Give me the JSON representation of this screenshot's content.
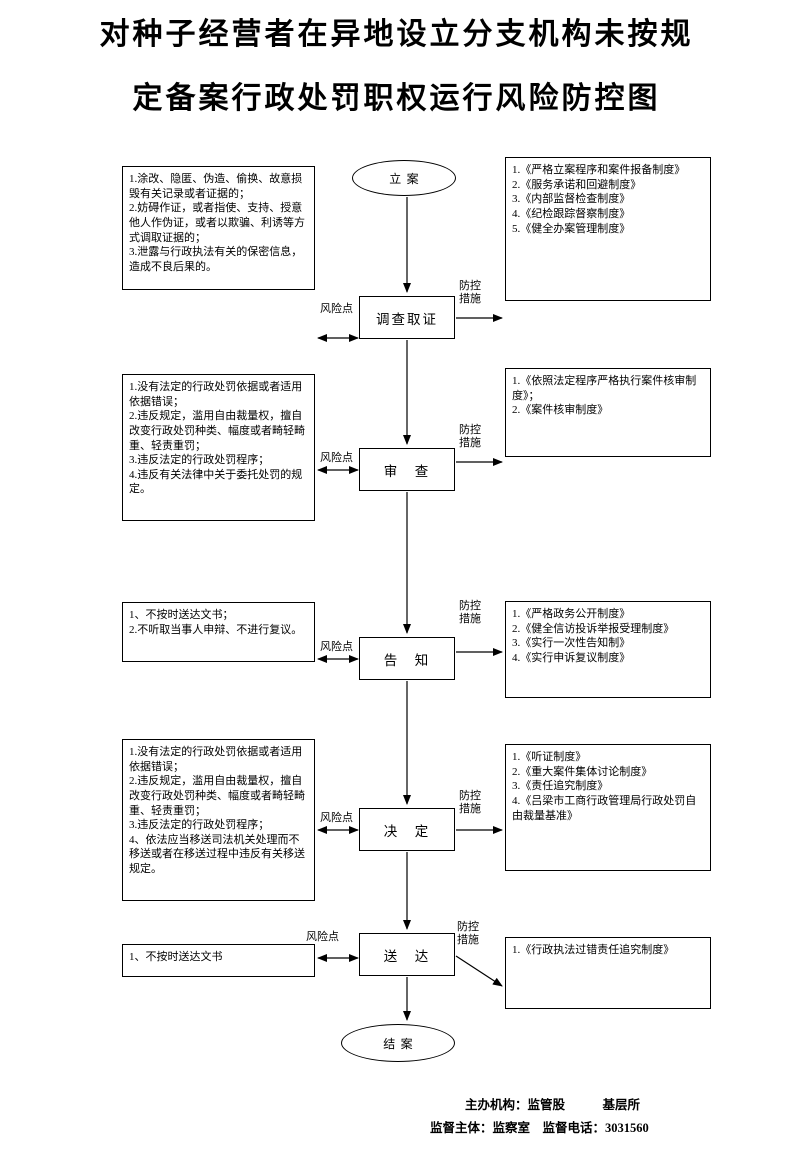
{
  "title": {
    "line1": "对种子经营者在异地设立分支机构未按规",
    "line2": "定备案行政处罚职权运行风险防控图"
  },
  "labels": {
    "risk": "风险点",
    "control": "防控\n措施"
  },
  "flow": {
    "start": "立案",
    "end": "结案",
    "steps": [
      "调查取证",
      "审　查",
      "告　知",
      "决　定",
      "送　达"
    ]
  },
  "stages": [
    {
      "risk": "1.涂改、隐匿、伪造、偷换、故意损毁有关记录或者证据的；\n2.妨碍作证，或者指使、支持、授意他人作伪证，或者以欺骗、利诱等方式调取证据的；\n3.泄露与行政执法有关的保密信息，造成不良后果的。",
      "control": "1.《严格立案程序和案件报备制度》\n2.《服务承诺和回避制度》\n3.《内部监督检查制度》\n4.《纪检跟踪督察制度》\n5.《健全办案管理制度》"
    },
    {
      "risk": "1.没有法定的行政处罚依据或者适用依据错误；\n2.违反规定，滥用自由裁量权，擅自改变行政处罚种类、幅度或者畸轻畸重、轻责重罚；\n3.违反法定的行政处罚程序；\n4.违反有关法律中关于委托处罚的规定。",
      "control": "1.《依照法定程序严格执行案件核审制度》；\n2.《案件核审制度》"
    },
    {
      "risk": "1、不按时送达文书；\n2.不听取当事人申辩、不进行复议。",
      "control": "1.《严格政务公开制度》\n2.《健全信访投诉举报受理制度》\n3.《实行一次性告知制》\n4.《实行申诉复议制度》"
    },
    {
      "risk": "1.没有法定的行政处罚依据或者适用依据错误；\n2.违反规定，滥用自由裁量权，擅自改变行政处罚种类、幅度或者畸轻畸重、轻责重罚；\n3.违反法定的行政处罚程序；\n4、依法应当移送司法机关处理而不移送或者在移送过程中违反有关移送规定。",
      "control": "1.《听证制度》\n2.《重大案件集体讨论制度》\n3.《责任追究制度》\n4.《吕梁市工商行政管理局行政处罚自由裁量基准》"
    },
    {
      "risk": "1、不按时送达文书",
      "control": "1.《行政执法过错责任追究制度》"
    }
  ],
  "footer": {
    "line1": "主办机构：监管股　　　基层所",
    "line2": "监督主体：监察室　监督电话：3031560"
  }
}
